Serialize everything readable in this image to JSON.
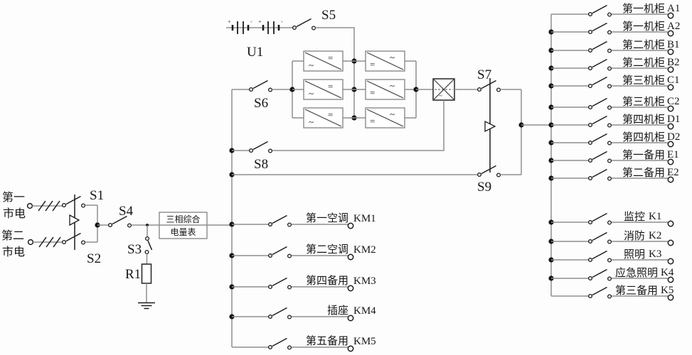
{
  "colors": {
    "wire": "#8f8f8f",
    "ink": "#1b1b1b",
    "background": "#fdfdfd"
  },
  "labels": {
    "mains1_l1": "第一",
    "mains1_l2": "市电",
    "mains2_l1": "第二",
    "mains2_l2": "市电",
    "s1": "S1",
    "s2": "S2",
    "s3": "S3",
    "s4": "S4",
    "s5": "S5",
    "s6": "S6",
    "s7": "S7",
    "s8": "S8",
    "s9": "S9",
    "r1": "R1",
    "u1": "U1",
    "meter_l1": "三相综合",
    "meter_l2": "电量表",
    "ac": "~",
    "dc": "=",
    "plus": "+",
    "minus": "-"
  },
  "cabinet_feeders": [
    {
      "label": "第一机柜",
      "code": "A1"
    },
    {
      "label": "第一机柜",
      "code": "A2"
    },
    {
      "label": "第二机柜",
      "code": "B1"
    },
    {
      "label": "第二机柜",
      "code": "B2"
    },
    {
      "label": "第三机柜",
      "code": "C1"
    },
    {
      "label": "第三机柜",
      "code": "C2"
    },
    {
      "label": "第四机柜",
      "code": "D1"
    },
    {
      "label": "第四机柜",
      "code": "D2"
    },
    {
      "label": "第一备用",
      "code": "E1"
    },
    {
      "label": "第二备用",
      "code": "E2"
    }
  ],
  "aux_feeders": [
    {
      "label": "监控",
      "code": "K1"
    },
    {
      "label": "消防",
      "code": "K2"
    },
    {
      "label": "照明",
      "code": "K3"
    },
    {
      "label": "应急照明",
      "code": "K4"
    },
    {
      "label": "第三备用",
      "code": "K5"
    }
  ],
  "load_feeders": [
    {
      "label": "第一空调",
      "code": "KM1"
    },
    {
      "label": "第二空调",
      "code": "KM2"
    },
    {
      "label": "第四备用",
      "code": "KM3"
    },
    {
      "label": "插座",
      "code": "KM4"
    },
    {
      "label": "第五备用",
      "code": "KM5"
    }
  ]
}
